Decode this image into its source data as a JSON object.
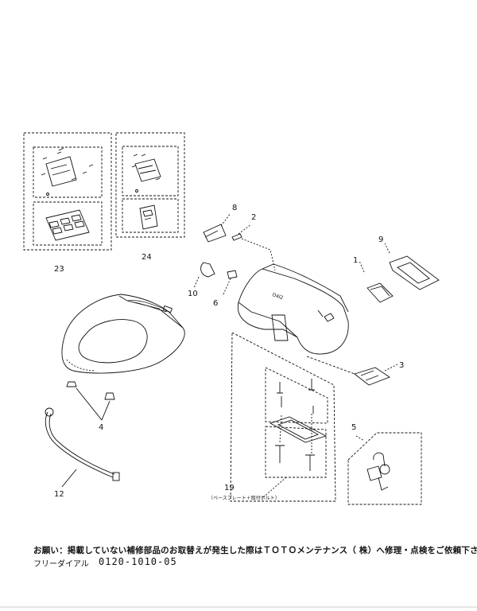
{
  "parts": [
    {
      "no": "1"
    },
    {
      "no": "2"
    },
    {
      "no": "3"
    },
    {
      "no": "4"
    },
    {
      "no": "5"
    },
    {
      "no": "6"
    },
    {
      "no": "8"
    },
    {
      "no": "9"
    },
    {
      "no": "10"
    },
    {
      "no": "12"
    },
    {
      "no": "19"
    },
    {
      "no": "23"
    },
    {
      "no": "24"
    }
  ],
  "part19_note": "（ベースプレート＋取付ボルト）",
  "footer": {
    "notice": "お願い：掲載していない補修部品のお取替えが発生した際はＴＯＴＯメンテナンス（ 株）へ修理・点検をご依頼下さい。",
    "dial_label": "フリーダイアル",
    "dial_number": "0120-1010-05"
  }
}
